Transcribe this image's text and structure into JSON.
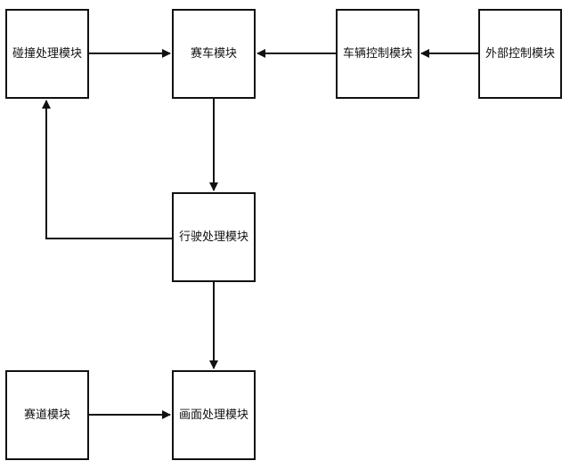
{
  "nodes": {
    "collision": "碰撞处理模块",
    "racecar": "赛车模块",
    "vehicle_control": "车辆控制模块",
    "external_control": "外部控制模块",
    "driving": "行驶处理模块",
    "track": "赛道模块",
    "render": "画面处理模块"
  },
  "edges": [
    {
      "from": "collision",
      "to": "racecar"
    },
    {
      "from": "vehicle_control",
      "to": "racecar"
    },
    {
      "from": "external_control",
      "to": "vehicle_control"
    },
    {
      "from": "racecar",
      "to": "driving"
    },
    {
      "from": "driving",
      "to": "collision"
    },
    {
      "from": "driving",
      "to": "render"
    },
    {
      "from": "track",
      "to": "render"
    }
  ],
  "colors": {
    "line": "#111111",
    "box_border": "#111111",
    "background": "#ffffff"
  }
}
